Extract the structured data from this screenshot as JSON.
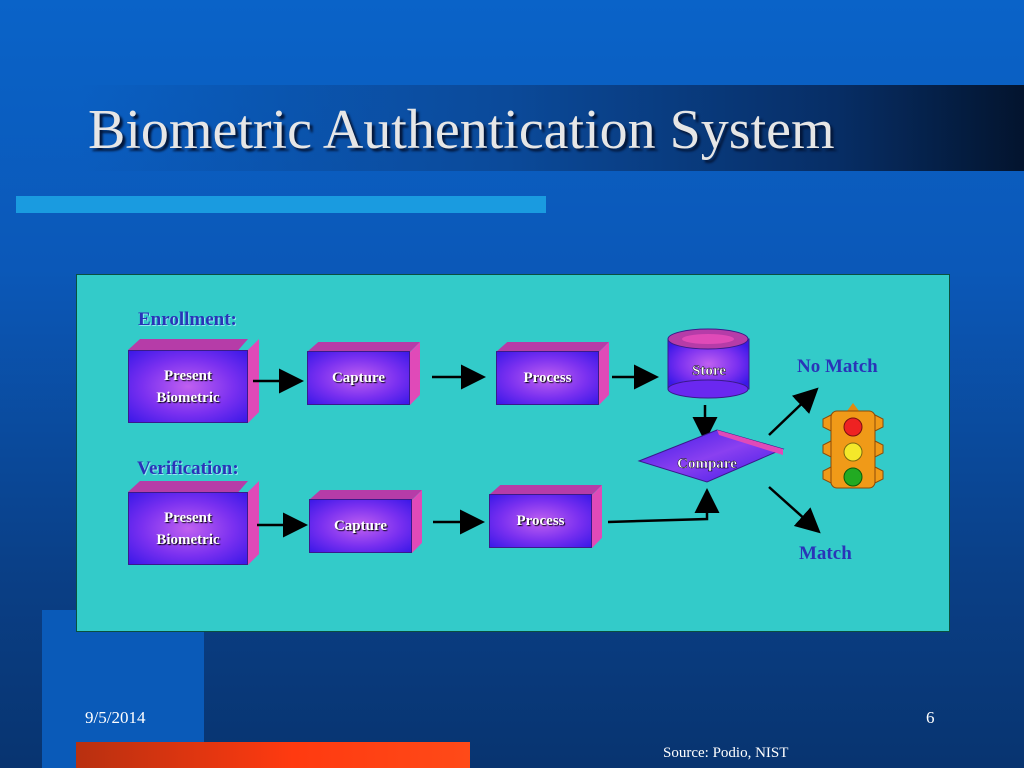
{
  "slide": {
    "title": "Biometric Authentication System",
    "date": "9/5/2014",
    "page_number": "6",
    "source": "Source: Podio, NIST"
  },
  "diagram": {
    "enrollment_label": "Enrollment:",
    "verification_label": "Verification:",
    "enroll_present_line1": "Present",
    "enroll_present_line2": "Biometric",
    "enroll_capture": "Capture",
    "enroll_process": "Process",
    "store": "Store",
    "verify_present_line1": "Present",
    "verify_present_line2": "Biometric",
    "verify_capture": "Capture",
    "verify_process": "Process",
    "compare": "Compare",
    "no_match": "No Match",
    "match": "Match"
  },
  "colors": {
    "background": "#0a63c8",
    "diagram_bg": "#33cbc9",
    "box_face": "#7a30f0",
    "box_side": "#e04ab8",
    "label_text": "#2a34b8",
    "footer_bar": "#ff3a10",
    "traffic_red": "#ee2222",
    "traffic_yellow": "#f4e82a",
    "traffic_green": "#22aa22"
  }
}
